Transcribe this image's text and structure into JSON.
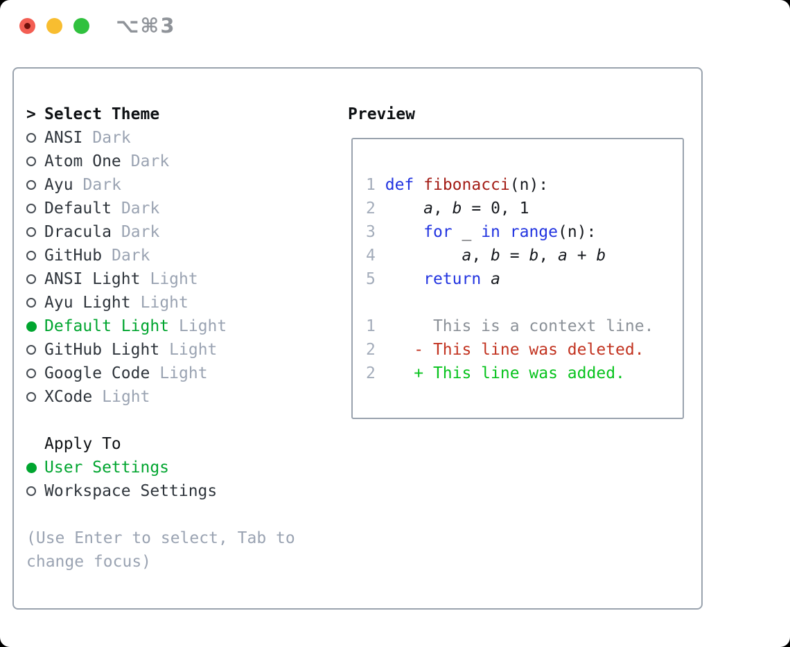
{
  "colors": {
    "border": "#99a2ad",
    "accent": "#00a52f",
    "added": "#07c31d",
    "deleted": "#c23320",
    "keyword": "#2133e0",
    "function": "#a31c15",
    "line-number": "#a3acba",
    "context": "#8b9198",
    "muted": "#9aa3b2",
    "text-dark": "#2e343b",
    "code-text": "#16191e",
    "header": "#0e1114"
  },
  "titlebar": {
    "keycast": "⌥⌘3"
  },
  "theme_picker": {
    "prompt": ">",
    "title": "Select Theme",
    "themes": [
      {
        "name": "ANSI",
        "variant": "Dark",
        "selected": false
      },
      {
        "name": "Atom One",
        "variant": "Dark",
        "selected": false
      },
      {
        "name": "Ayu",
        "variant": "Dark",
        "selected": false
      },
      {
        "name": "Default",
        "variant": "Dark",
        "selected": false
      },
      {
        "name": "Dracula",
        "variant": "Dark",
        "selected": false
      },
      {
        "name": "GitHub",
        "variant": "Dark",
        "selected": false
      },
      {
        "name": "ANSI Light",
        "variant": "Light",
        "selected": false
      },
      {
        "name": "Ayu Light",
        "variant": "Light",
        "selected": false
      },
      {
        "name": "Default Light",
        "variant": "Light",
        "selected": true
      },
      {
        "name": "GitHub Light",
        "variant": "Light",
        "selected": false
      },
      {
        "name": "Google Code",
        "variant": "Light",
        "selected": false
      },
      {
        "name": "XCode",
        "variant": "Light",
        "selected": false
      }
    ]
  },
  "apply_to": {
    "title": "Apply To",
    "options": [
      {
        "name": "User Settings",
        "selected": true
      },
      {
        "name": "Workspace Settings",
        "selected": false
      }
    ]
  },
  "hint": {
    "line1": "(Use Enter to select, Tab to",
    "line2": "change focus)"
  },
  "preview": {
    "title": "Preview",
    "code_lines": [
      {
        "num": "1",
        "segments": [
          {
            "text": " ",
            "style": "plain"
          },
          {
            "text": "def",
            "style": "keyword"
          },
          {
            "text": " ",
            "style": "plain"
          },
          {
            "text": "fibonacci",
            "style": "function"
          },
          {
            "text": "(n):",
            "style": "plain"
          }
        ]
      },
      {
        "num": "2",
        "segments": [
          {
            "text": "     ",
            "style": "plain"
          },
          {
            "text": "a",
            "style": "variable"
          },
          {
            "text": ", ",
            "style": "plain"
          },
          {
            "text": "b",
            "style": "variable"
          },
          {
            "text": " = 0, 1",
            "style": "plain"
          }
        ]
      },
      {
        "num": "3",
        "segments": [
          {
            "text": "     ",
            "style": "plain"
          },
          {
            "text": "for",
            "style": "keyword"
          },
          {
            "text": " _ ",
            "style": "plain"
          },
          {
            "text": "in",
            "style": "keyword"
          },
          {
            "text": " ",
            "style": "plain"
          },
          {
            "text": "range",
            "style": "keyword"
          },
          {
            "text": "(n):",
            "style": "plain"
          }
        ]
      },
      {
        "num": "4",
        "segments": [
          {
            "text": "         ",
            "style": "plain"
          },
          {
            "text": "a",
            "style": "variable"
          },
          {
            "text": ", ",
            "style": "plain"
          },
          {
            "text": "b",
            "style": "variable"
          },
          {
            "text": " = ",
            "style": "plain"
          },
          {
            "text": "b",
            "style": "variable"
          },
          {
            "text": ", ",
            "style": "plain"
          },
          {
            "text": "a",
            "style": "variable"
          },
          {
            "text": " + ",
            "style": "plain"
          },
          {
            "text": "b",
            "style": "variable"
          }
        ]
      },
      {
        "num": "5",
        "segments": [
          {
            "text": "     ",
            "style": "plain"
          },
          {
            "text": "return",
            "style": "keyword"
          },
          {
            "text": " ",
            "style": "plain"
          },
          {
            "text": "a",
            "style": "variable"
          }
        ]
      }
    ],
    "diff_lines": [
      {
        "num": "1",
        "marker": "",
        "style": "context",
        "text": "      This is a context line."
      },
      {
        "num": "2",
        "marker": "-",
        "style": "deleted",
        "text": "    - This line was deleted."
      },
      {
        "num": "2",
        "marker": "+",
        "style": "added",
        "text": "    + This line was added."
      }
    ]
  }
}
